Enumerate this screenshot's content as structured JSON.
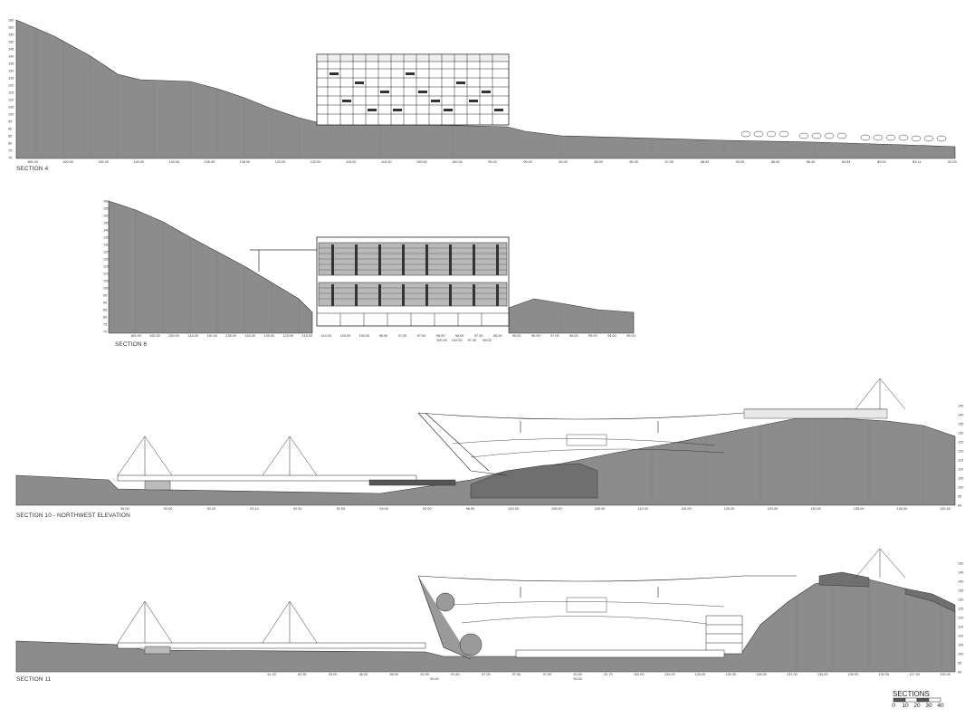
{
  "sections": [
    {
      "title": "SECTION 4",
      "left_scale": [
        "165",
        "160",
        "155",
        "150",
        "145",
        "140",
        "135",
        "130",
        "125",
        "120",
        "115",
        "110",
        "105",
        "100",
        "95",
        "90",
        "85",
        "80",
        "75",
        "70"
      ],
      "levels": [
        "165.00",
        "160.00",
        "150.00",
        "145.00",
        "140.00",
        "135.00",
        "130.00",
        "120.00",
        "120.00",
        "115.00",
        "110.00",
        "105.00",
        "100.00",
        "95.00",
        "90.00",
        "84.00",
        "80.00",
        "80.00",
        "67.00",
        "68.00",
        "90.00",
        "85.00",
        "85.40",
        "84.54",
        "85.00",
        "83.14",
        "82.00"
      ]
    },
    {
      "title": "SECTION 6",
      "left_scale": [
        "160",
        "155",
        "150",
        "145",
        "140",
        "135",
        "130",
        "125",
        "120",
        "115",
        "110",
        "105",
        "100",
        "95",
        "90",
        "85",
        "80",
        "75",
        "70"
      ],
      "levels": [
        "165.00",
        "160.00",
        "150.00",
        "145.00",
        "140.00",
        "135.00",
        "130.00",
        "125.00",
        "120.00",
        "115.00",
        "110.00",
        "105.00",
        "100.00",
        "96.00",
        "97.00",
        "97.00",
        "96.00",
        "96.00",
        "97.00",
        "96.00",
        "95.00",
        "96.00",
        "97.00",
        "96.00",
        "95.00",
        "94.00",
        "95.00"
      ],
      "levels_lower": [
        "100.00",
        "102.00",
        "97.30",
        "98.00"
      ]
    },
    {
      "title": "SECTION 10 - NORTHWEST ELEVATION",
      "right_scale": [
        "145",
        "140",
        "135",
        "130",
        "125",
        "120",
        "115",
        "110",
        "105",
        "100",
        "95",
        "90"
      ],
      "levels": [
        "96.00",
        "92.00",
        "92.20",
        "92.14",
        "92.50",
        "91.00",
        "94.00",
        "92.00",
        "96.00",
        "100.00",
        "105.00",
        "109.00",
        "110.00",
        "115.00",
        "120.00",
        "125.00",
        "130.00",
        "135.00",
        "136.00",
        "130.00"
      ]
    },
    {
      "title": "SECTION 11",
      "right_scale": [
        "150",
        "145",
        "140",
        "135",
        "130",
        "125",
        "120",
        "115",
        "110",
        "105",
        "100",
        "95",
        "90"
      ],
      "levels": [
        "91.25",
        "92.50",
        "93.00",
        "96.00",
        "98.00",
        "92.50",
        "91.60",
        "97.00",
        "97.50",
        "97.00",
        "92.00",
        "91.70",
        "100.00",
        "120.00",
        "125.00",
        "130.00",
        "135.00",
        "137.00",
        "130.00",
        "130.00",
        "130.00",
        "127.00",
        "125.00"
      ],
      "levels_lower": [
        "90.40",
        "90.00"
      ]
    }
  ],
  "scale_bar": {
    "title": "SECTIONS",
    "labels": [
      "0",
      "10",
      "20",
      "30",
      "40"
    ]
  },
  "colors": {
    "ground": "#8c8c8c",
    "ground_dark": "#6f6f6f",
    "line": "#222222",
    "paper": "#ffffff"
  }
}
